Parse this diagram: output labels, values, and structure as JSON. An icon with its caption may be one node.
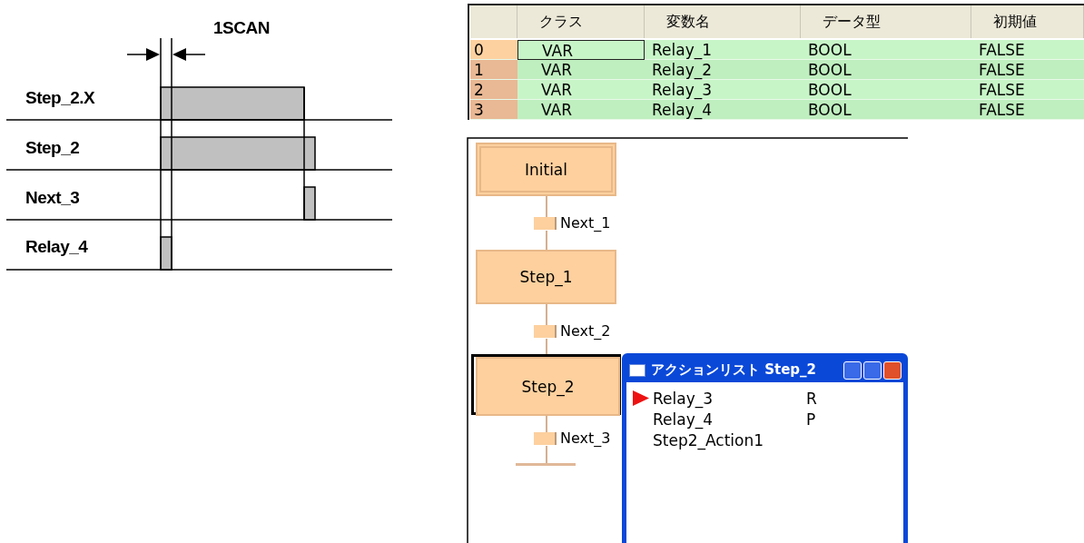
{
  "diagram": {
    "nodes": [
      {
        "text": [
          "Initial"
        ]
      },
      {
        "text": [],
        "shape": "bar",
        "beside": [
          "Next_1"
        ]
      },
      {
        "text": [
          "Step_1"
        ]
      },
      {
        "text": [],
        "shape": "bar",
        "beside": [
          "Next_2"
        ]
      },
      {
        "text": [
          "Step_2"
        ]
      },
      {
        "text": [
          "アクションリスト Step_2",
          "Relay_3",
          "R",
          "Relay_4",
          "P",
          "Step2_Action1"
        ]
      },
      {
        "text": [],
        "shape": "bar",
        "beside": [
          "Next_3"
        ]
      },
      {
        "text": [],
        "shape": "bar"
      }
    ],
    "edges": [
      {
        "from": 0,
        "to": 1,
        "arrow": "none"
      },
      {
        "from": 1,
        "to": 2,
        "arrow": "none"
      },
      {
        "from": 2,
        "to": 3,
        "arrow": "none"
      },
      {
        "from": 3,
        "to": 4,
        "arrow": "none"
      },
      {
        "from": 4,
        "to": 6,
        "arrow": "none"
      },
      {
        "from": 6,
        "to": 7,
        "arrow": "none"
      }
    ],
    "labels": [
      "1SCAN",
      "Step_2.X",
      "Step_2",
      "Next_3",
      "Relay_4",
      "クラス",
      "変数名",
      "データ型",
      "初期値",
      "0",
      "VAR",
      "Relay_1",
      "BOOL",
      "FALSE",
      "1",
      "VAR",
      "Relay_2",
      "BOOL",
      "FALSE",
      "2",
      "VAR",
      "Relay_3",
      "BOOL",
      "FALSE",
      "3",
      "VAR",
      "Relay_4",
      "BOOL",
      "FALSE"
    ]
  }
}
